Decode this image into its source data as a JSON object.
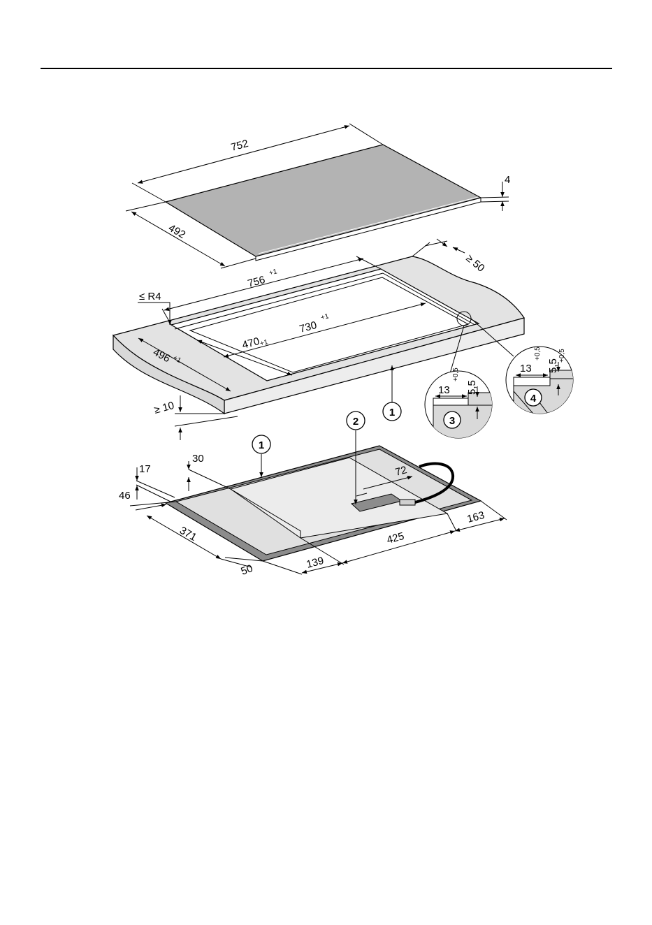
{
  "hob_dims": {
    "width": "752",
    "depth": "492",
    "thickness": "4"
  },
  "cutout_dims": {
    "outer_width": "756",
    "outer_width_tol": "+1",
    "outer_depth": "496",
    "outer_depth_tol": "+1",
    "inner_width": "730",
    "inner_width_tol": "+1",
    "inner_depth": "470",
    "inner_depth_tol": "+1",
    "corner_radius": "≤ R4",
    "min_rear_distance": "≥ 50",
    "min_worktop_thickness": "≥ 10"
  },
  "details": {
    "rebate_width": "13",
    "rebate_width_tol": "+0,5",
    "rebate_depth": "5,5",
    "rebate_depth_tol": "+0,5"
  },
  "callouts": {
    "worktop": "1",
    "connection_box": "2",
    "detail_flush": "3",
    "detail_framed": "4"
  },
  "underside_dims": {
    "d30": "30",
    "d17": "17",
    "d46": "46",
    "d371": "371",
    "d50": "50",
    "d139": "139",
    "d425": "425",
    "d163": "163",
    "d72": "72"
  }
}
